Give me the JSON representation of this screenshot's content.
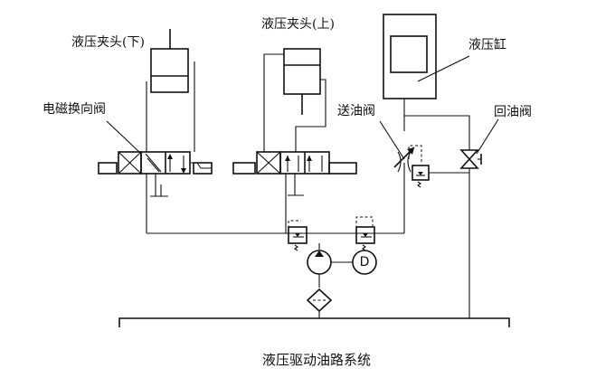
{
  "labels": {
    "clamp_lower": "液压夹头(下)",
    "clamp_upper": "液压夹头(上)",
    "cylinder": "液压缸",
    "solenoid_valve": "电磁换向阀",
    "feed_valve": "送油阀",
    "return_valve": "回油阀",
    "motor_letter": "D",
    "caption": "液压驱动油路系统"
  }
}
